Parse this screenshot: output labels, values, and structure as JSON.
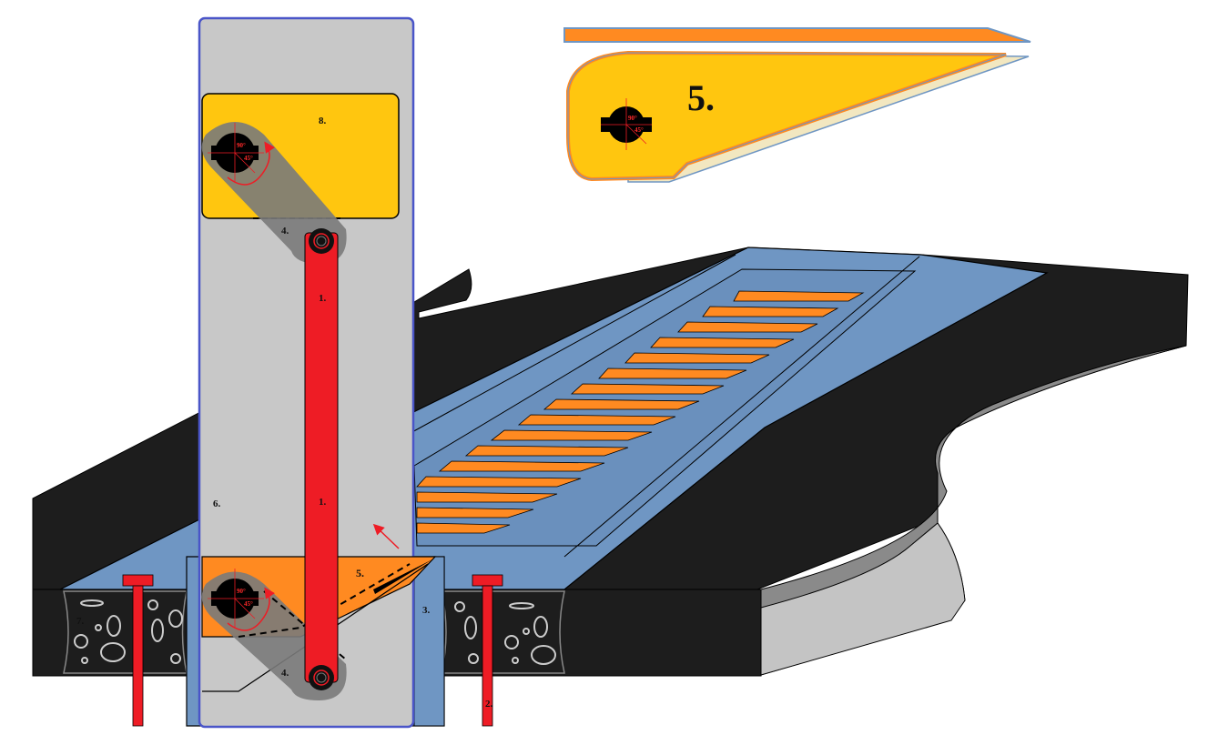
{
  "labels": {
    "one_upper": "1.",
    "one_lower": "1.",
    "two": "2.",
    "three": "3.",
    "four_upper": "4.",
    "four_lower": "4.",
    "five_main": "5.",
    "five_inset": "5.",
    "six": "6.",
    "seven": "7.",
    "eight": "8."
  },
  "angles": {
    "top_90": "90°",
    "top_45": "45°",
    "bottom_90": "90°",
    "bottom_45": "45°",
    "inset_90": "90°",
    "inset_45": "45°"
  },
  "colors": {
    "blue_surface": "#6f96c3",
    "black_slab": "#1d1d1d",
    "grey_panel": "#c8c8c8",
    "yellow_block": "#ffc60f",
    "orange_block": "#ff8a21",
    "red_link": "#ee1c25",
    "frame_outline": "#4a55c8"
  },
  "icons": [
    "rotation-arrow-icon",
    "direction-arrow-icon",
    "keyed-shaft-icon"
  ]
}
